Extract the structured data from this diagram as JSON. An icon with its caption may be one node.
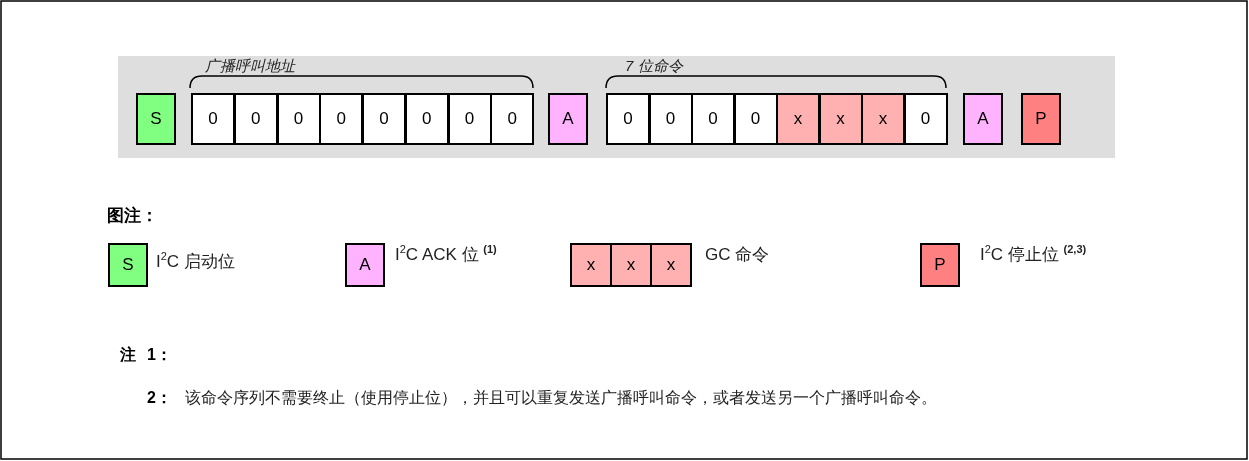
{
  "diagram": {
    "nodes": [
      {
        "text": [
          "S"
        ]
      },
      {
        "text": [
          "0"
        ]
      },
      {
        "text": [
          "0"
        ]
      },
      {
        "text": [
          "0"
        ]
      },
      {
        "text": [
          "0"
        ]
      },
      {
        "text": [
          "0"
        ]
      },
      {
        "text": [
          "0"
        ]
      },
      {
        "text": [
          "0"
        ]
      },
      {
        "text": [
          "0"
        ]
      },
      {
        "text": [
          "A"
        ]
      },
      {
        "text": [
          "0"
        ]
      },
      {
        "text": [
          "0"
        ]
      },
      {
        "text": [
          "0"
        ]
      },
      {
        "text": [
          "0"
        ]
      },
      {
        "text": [
          "x"
        ]
      },
      {
        "text": [
          "x"
        ]
      },
      {
        "text": [
          "x"
        ]
      },
      {
        "text": [
          "0"
        ]
      },
      {
        "text": [
          "A"
        ]
      },
      {
        "text": [
          "P"
        ]
      }
    ],
    "labels": [
      "广播呼叫地址",
      "7 位命令",
      "图注：",
      "S",
      "A",
      "x",
      "x",
      "x",
      "P",
      "注",
      "1：",
      "2：",
      "该命令序列不需要终止（使用停止位），并且可以重复发送广播呼叫命令，或者发送另一个广播呼叫命令。"
    ],
    "legend": [
      {
        "text": "I$^{2}$C 启动位",
        "color": "#80ff80"
      },
      {
        "text": "I$^{2}$C ACK 位 $^{(1)}$",
        "color": "#ffb3ff"
      },
      {
        "text": "GC 命令",
        "color": "#ffb0b0"
      },
      {
        "text": "I$^{2}$C 停止位 $^{(2,3)}$",
        "color": "#ff8080"
      }
    ]
  }
}
